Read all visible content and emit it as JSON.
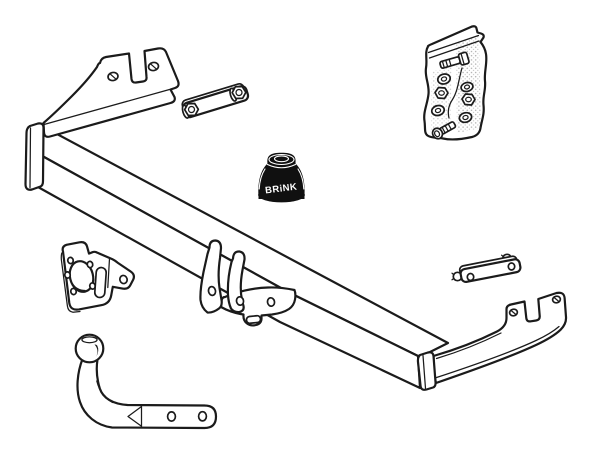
{
  "illustration": {
    "kind": "towbar-kit-parts-line-drawing",
    "brand_label": "BRiNK",
    "colors": {
      "background": "#ffffff",
      "line": "#1b1b1b",
      "ball_cover": "#101010",
      "ball_cover_text": "#ffffff"
    },
    "parts": [
      {
        "name": "crossbar"
      },
      {
        "name": "left-end-bracket"
      },
      {
        "name": "ball-mount-lugs"
      },
      {
        "name": "right-end-bracket"
      },
      {
        "name": "spacer-link"
      },
      {
        "name": "fixings-bag"
      },
      {
        "name": "ball-cover"
      },
      {
        "name": "socket-mounting-bracket"
      },
      {
        "name": "right-spacer-link"
      },
      {
        "name": "swan-neck-towball"
      }
    ]
  }
}
